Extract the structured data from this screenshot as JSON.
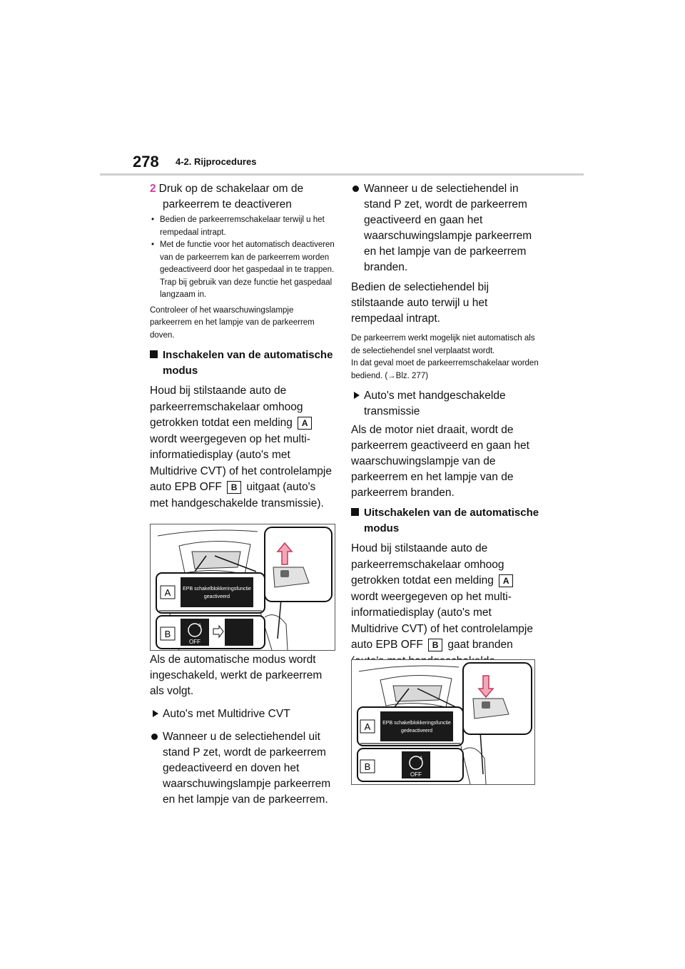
{
  "header": {
    "page_number": "278",
    "section": "4-2. Rijprocedures"
  },
  "left": {
    "step_number": "2",
    "step_text": "Druk op de schakelaar om de parkeerrem te deactiveren",
    "bullets": [
      "Bedien de parkeerremschakelaar terwijl u het rempedaal intrapt.",
      "Met de functie voor het automatisch deactiveren van de parkeerrem kan de parkeerrem worden gedeactiveerd door het gaspedaal in te trappen. Trap bij gebruik van deze functie het gaspedaal langzaam in."
    ],
    "note": "Controleer of het waarschuwingslampje parkeerrem en het lampje van de parkeerrem doven.",
    "heading": "Inschakelen van de automatische modus",
    "p1_a": "Houd bij stilstaande auto de parkeerremschakelaar omhoog getrokken totdat een melding",
    "box_a": "A",
    "p1_b": "wordt weergegeven op het multi-informatiedisplay (auto's met Multidrive CVT) of het controlelampje auto EPB OFF",
    "box_b": "B",
    "p1_c": "uitgaat (auto's met handgeschakelde transmissie).",
    "fig": {
      "label_a": "A",
      "label_b": "B",
      "msg_line1": "EPB schakelblokkeringsfunctie",
      "msg_line2": "geactiveerd",
      "off_text": "OFF",
      "icon_letter": "A"
    },
    "after_fig": "Als de automatische modus wordt ingeschakeld, werkt de parkeerrem als volgt.",
    "sub": "Auto's met Multidrive CVT",
    "dot1": "Wanneer u de selectiehendel uit stand P zet, wordt de parkeerrem gedeactiveerd en doven het waarschuwingslampje parkeerrem en het lampje van de parkeerrem."
  },
  "right": {
    "dot2": "Wanneer u de selectiehendel in stand P zet, wordt de parkeerrem geactiveerd en gaan het waarschuwingslampje parkeerrem en het lampje van de parkeerrem branden.",
    "p2": "Bedien de selectiehendel bij stilstaande auto terwijl u het rempedaal intrapt.",
    "note1": "De parkeerrem werkt mogelijk niet automatisch als de selectiehendel snel verplaatst wordt.",
    "note2a": "In dat geval moet de parkeerremschakelaar worden bediend. (",
    "note2_arrow": "→",
    "note2b": "Blz. 277)",
    "sub2": "Auto's met handgeschakelde transmissie",
    "p3": "Als de motor niet draait, wordt de parkeerrem geactiveerd en gaan het waarschuwingslampje van de parkeerrem en het lampje van de parkeerrem branden.",
    "heading2": "Uitschakelen van de automatische modus",
    "p4_a": "Houd bij stilstaande auto de parkeerremschakelaar omhoog getrokken totdat een melding",
    "box_a": "A",
    "p4_b": "wordt weergegeven op het multi-informatiedisplay (auto's met Multidrive CVT) of het controlelampje auto EPB OFF",
    "box_b": "B",
    "p4_c": "gaat branden (auto's met handgeschakelde transmissie).",
    "fig": {
      "label_a": "A",
      "label_b": "B",
      "msg_line1": "EPB schakelblokkeringsfunctie",
      "msg_line2": "gedeactiveerd",
      "off_text": "OFF",
      "icon_letter": "A"
    }
  }
}
